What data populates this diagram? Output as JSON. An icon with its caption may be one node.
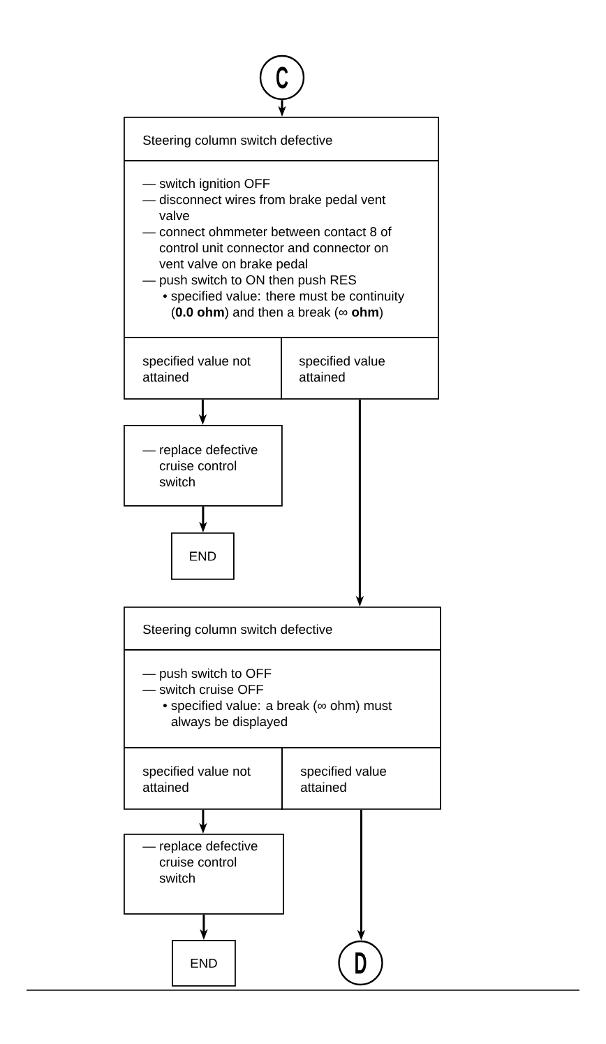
{
  "diagram": {
    "nodes": [
      {
        "text": [
          "C"
        ]
      },
      {
        "text": [
          "Steering column switch defective"
        ]
      },
      {
        "text": [
          "— switch ignition OFF",
          "— disconnect wires from brake pedal vent valve",
          "— connect ohmmeter between contact 8 of control unit connector and connector on vent valve on brake pedal",
          "— push switch to ON then push RES",
          "• specified value: there must be continuity (**0.0 ohm**) and then a break (∞ **ohm**)"
        ]
      },
      {
        "text": [
          "specified value not attained"
        ]
      },
      {
        "text": [
          "specified value attained"
        ]
      },
      {
        "text": [
          "— replace defective cruise control switch"
        ]
      },
      {
        "text": [
          "END"
        ]
      },
      {
        "text": [
          "Steering column switch defective"
        ]
      },
      {
        "text": [
          "— push switch to OFF",
          "— switch cruise OFF",
          "• specified value: a break (∞ ohm) must always be displayed"
        ]
      },
      {
        "text": [
          "specified value not attained"
        ]
      },
      {
        "text": [
          "specified value attained"
        ]
      },
      {
        "text": [
          "— replace defective cruise control switch"
        ]
      },
      {
        "text": [
          "END"
        ]
      },
      {
        "text": [
          "D"
        ]
      }
    ],
    "edges": [
      {
        "from": 0,
        "to": 1,
        "arrow": "to"
      },
      {
        "from": 3,
        "to": 5,
        "arrow": "to"
      },
      {
        "from": 5,
        "to": 6,
        "arrow": "to"
      },
      {
        "from": 4,
        "to": 7,
        "arrow": "to"
      },
      {
        "from": 9,
        "to": 11,
        "arrow": "to"
      },
      {
        "from": 11,
        "to": 12,
        "arrow": "to"
      },
      {
        "from": 10,
        "to": 13,
        "arrow": "to"
      }
    ]
  }
}
